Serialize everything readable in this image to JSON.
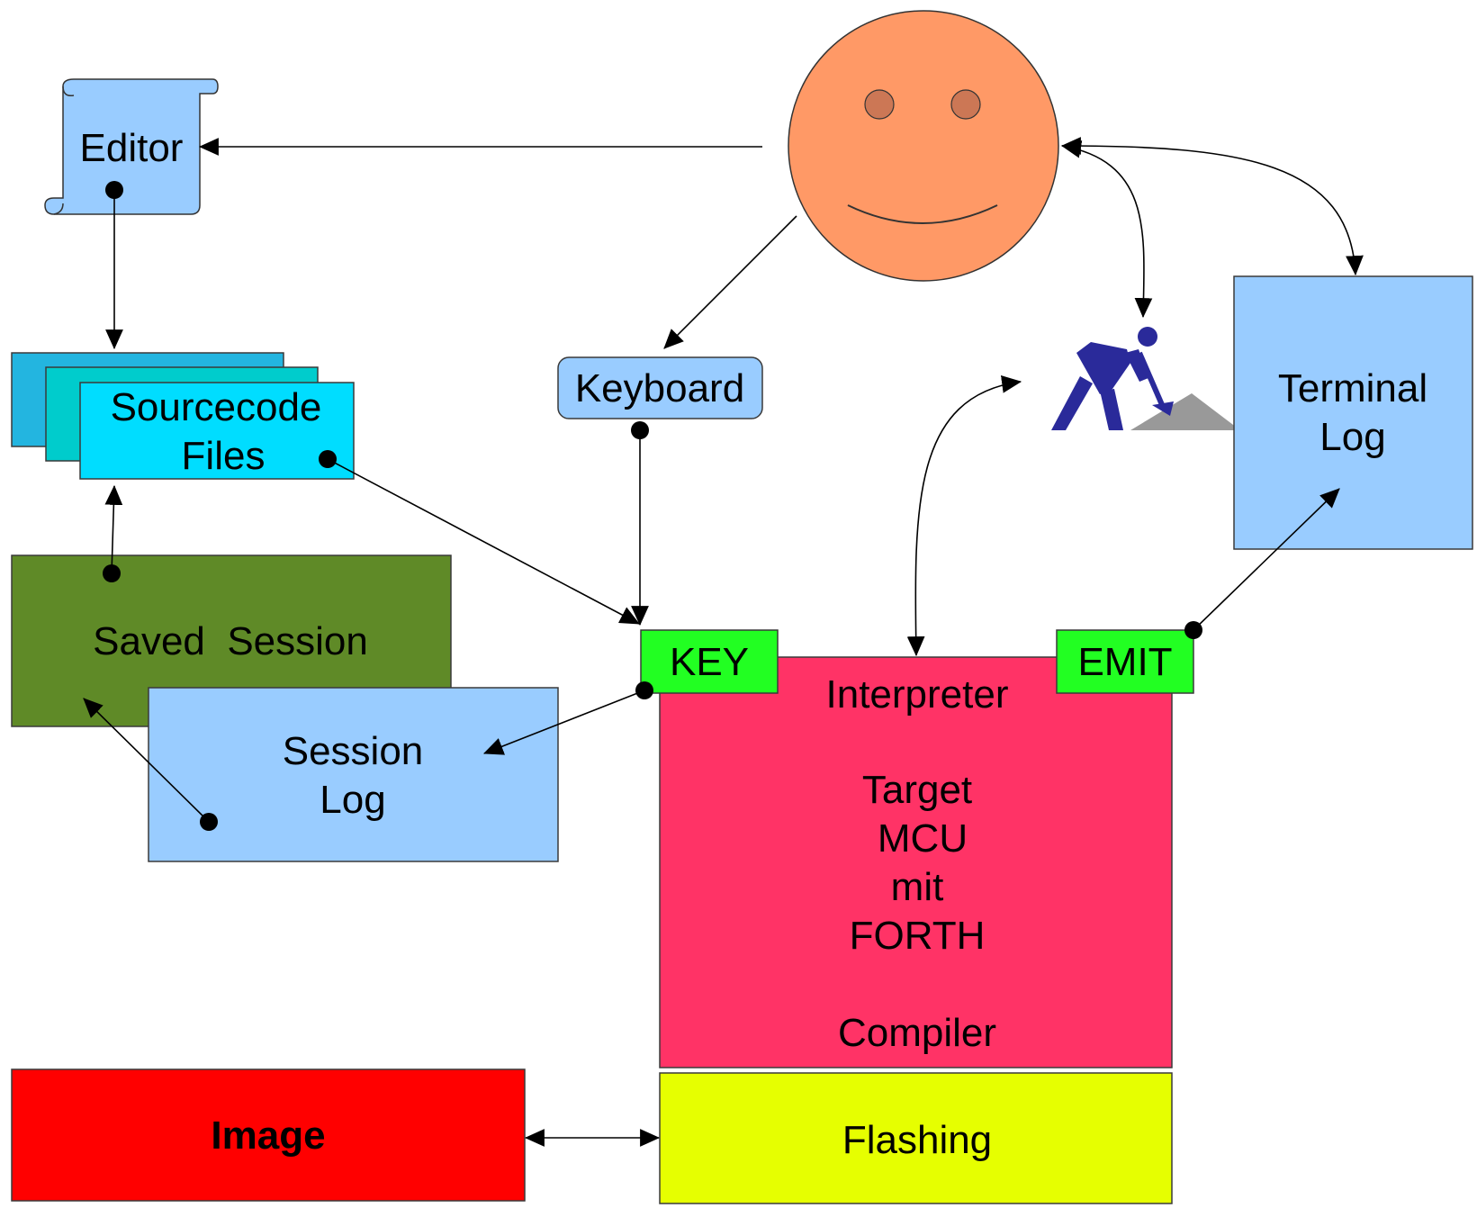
{
  "diagram": {
    "nodes": {
      "editor": {
        "label": "Editor"
      },
      "sourcecode_files": {
        "line1": "Sourcecode",
        "line2": "Files"
      },
      "keyboard": {
        "label": "Keyboard"
      },
      "saved_session": {
        "label": "Saved  Session"
      },
      "session_log": {
        "line1": "Session",
        "line2": "Log"
      },
      "terminal_log": {
        "line1": "Terminal",
        "line2": "Log"
      },
      "key_port": {
        "label": "KEY"
      },
      "emit_port": {
        "label": "EMIT"
      },
      "target_mcu": {
        "line1": "Interpreter",
        "line2": "Target",
        "line3": "MCU",
        "line4": "mit",
        "line5": "FORTH",
        "line6": "Compiler"
      },
      "flashing": {
        "label": "Flashing"
      },
      "image": {
        "label": "Image"
      },
      "user": {
        "icon": "smiley-face-icon"
      },
      "worker": {
        "icon": "construction-worker-icon"
      }
    },
    "edges": [
      {
        "from": "user",
        "to": "editor",
        "style": "arrow"
      },
      {
        "from": "user",
        "to": "keyboard",
        "style": "arrow"
      },
      {
        "from": "user",
        "to": "worker",
        "style": "double-arrow"
      },
      {
        "from": "user",
        "to": "terminal_log",
        "style": "double-arrow"
      },
      {
        "from": "editor",
        "to": "sourcecode_files",
        "style": "dot-arrow"
      },
      {
        "from": "sourcecode_files",
        "to": "key_port",
        "style": "dot-arrow"
      },
      {
        "from": "keyboard",
        "to": "key_port",
        "style": "dot-arrow"
      },
      {
        "from": "key_port",
        "to": "session_log",
        "style": "dot-arrow"
      },
      {
        "from": "session_log",
        "to": "saved_session",
        "style": "dot-arrow"
      },
      {
        "from": "saved_session",
        "to": "sourcecode_files",
        "style": "dot-arrow"
      },
      {
        "from": "emit_port",
        "to": "terminal_log",
        "style": "dot-arrow"
      },
      {
        "from": "target_mcu",
        "to": "worker",
        "style": "double-arrow"
      },
      {
        "from": "image",
        "to": "flashing",
        "style": "double-arrow"
      }
    ],
    "colors": {
      "editor": "#99ccff",
      "sourcecode_back": "#23b5e0",
      "sourcecode_mid": "#00cccc",
      "sourcecode_front": "#00ddff",
      "keyboard": "#99ccff",
      "saved_session": "#5f8a27",
      "session_log": "#99ccff",
      "terminal_log": "#99ccff",
      "port": "#22ff22",
      "target_mcu": "#ff3366",
      "flashing": "#e6ff00",
      "image": "#ff0000",
      "face": "#ff9966",
      "face_eyes": "#cc7755",
      "worker": "#2a2a9a",
      "sand": "#999999"
    }
  }
}
